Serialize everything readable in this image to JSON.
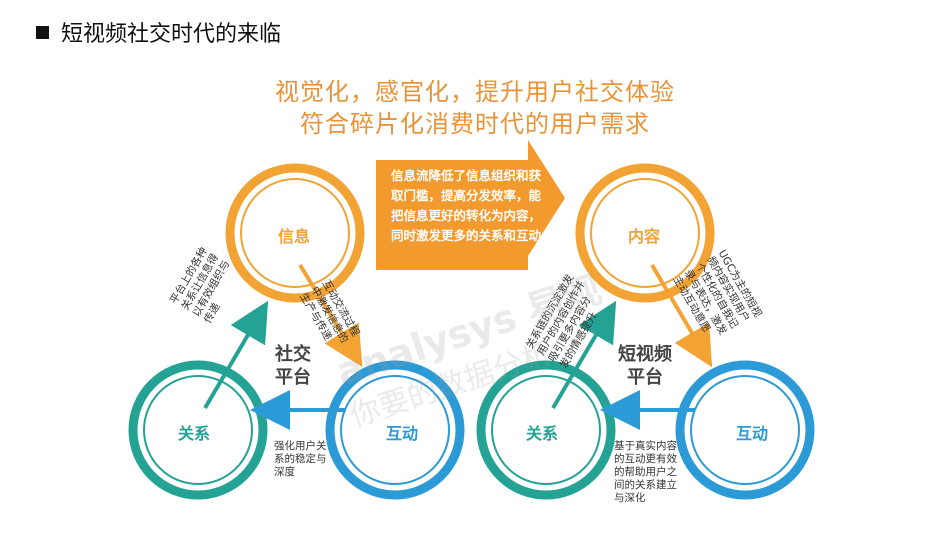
{
  "title": "短视频社交时代的来临",
  "headline": [
    "视觉化，感官化，提升用户社交体验",
    "符合碎片化消费时代的用户需求"
  ],
  "arrow_text": "信息流降低了信息组织和获取门槛，提高分发效率，能把信息更好的转化为内容，同时激发更多的关系和互动",
  "left_diagram": {
    "top": "信息",
    "bottom_left": "关系",
    "bottom_right": "互动",
    "center": [
      "社交",
      "平台"
    ],
    "note_left": [
      "平台上的各种",
      "关系让信息得",
      "以有效组织与",
      "传递"
    ],
    "note_right": [
      "互动交流过程",
      "中激发信息的",
      "生产与传递"
    ],
    "note_bottom": [
      "强化用户关",
      "系的稳定与",
      "深度"
    ]
  },
  "right_diagram": {
    "top": "内容",
    "bottom_left": "关系",
    "bottom_right": "互动",
    "center": [
      "短视频",
      "平台"
    ],
    "note_left": [
      "关系链的沉淀激发",
      "用户的内容创作并",
      "吸引更多内容分",
      "发的情感提升"
    ],
    "note_right": [
      "UGC为主的短视",
      "频内容实现用户",
      "个性化的自我记",
      "录与表达，激发",
      "主动互动意愿"
    ],
    "note_bottom": [
      "基于真实内容",
      "的互动更有效",
      "的帮助用户之",
      "间的关系建立",
      "与深化"
    ]
  },
  "watermark": [
    "analysys 易观",
    "你要的数据分析"
  ],
  "colors": {
    "orange": "#F2A333",
    "teal": "#24A394",
    "blue": "#2B9AD6",
    "arrow": "#F39A2E",
    "headline": "#E8933A"
  }
}
